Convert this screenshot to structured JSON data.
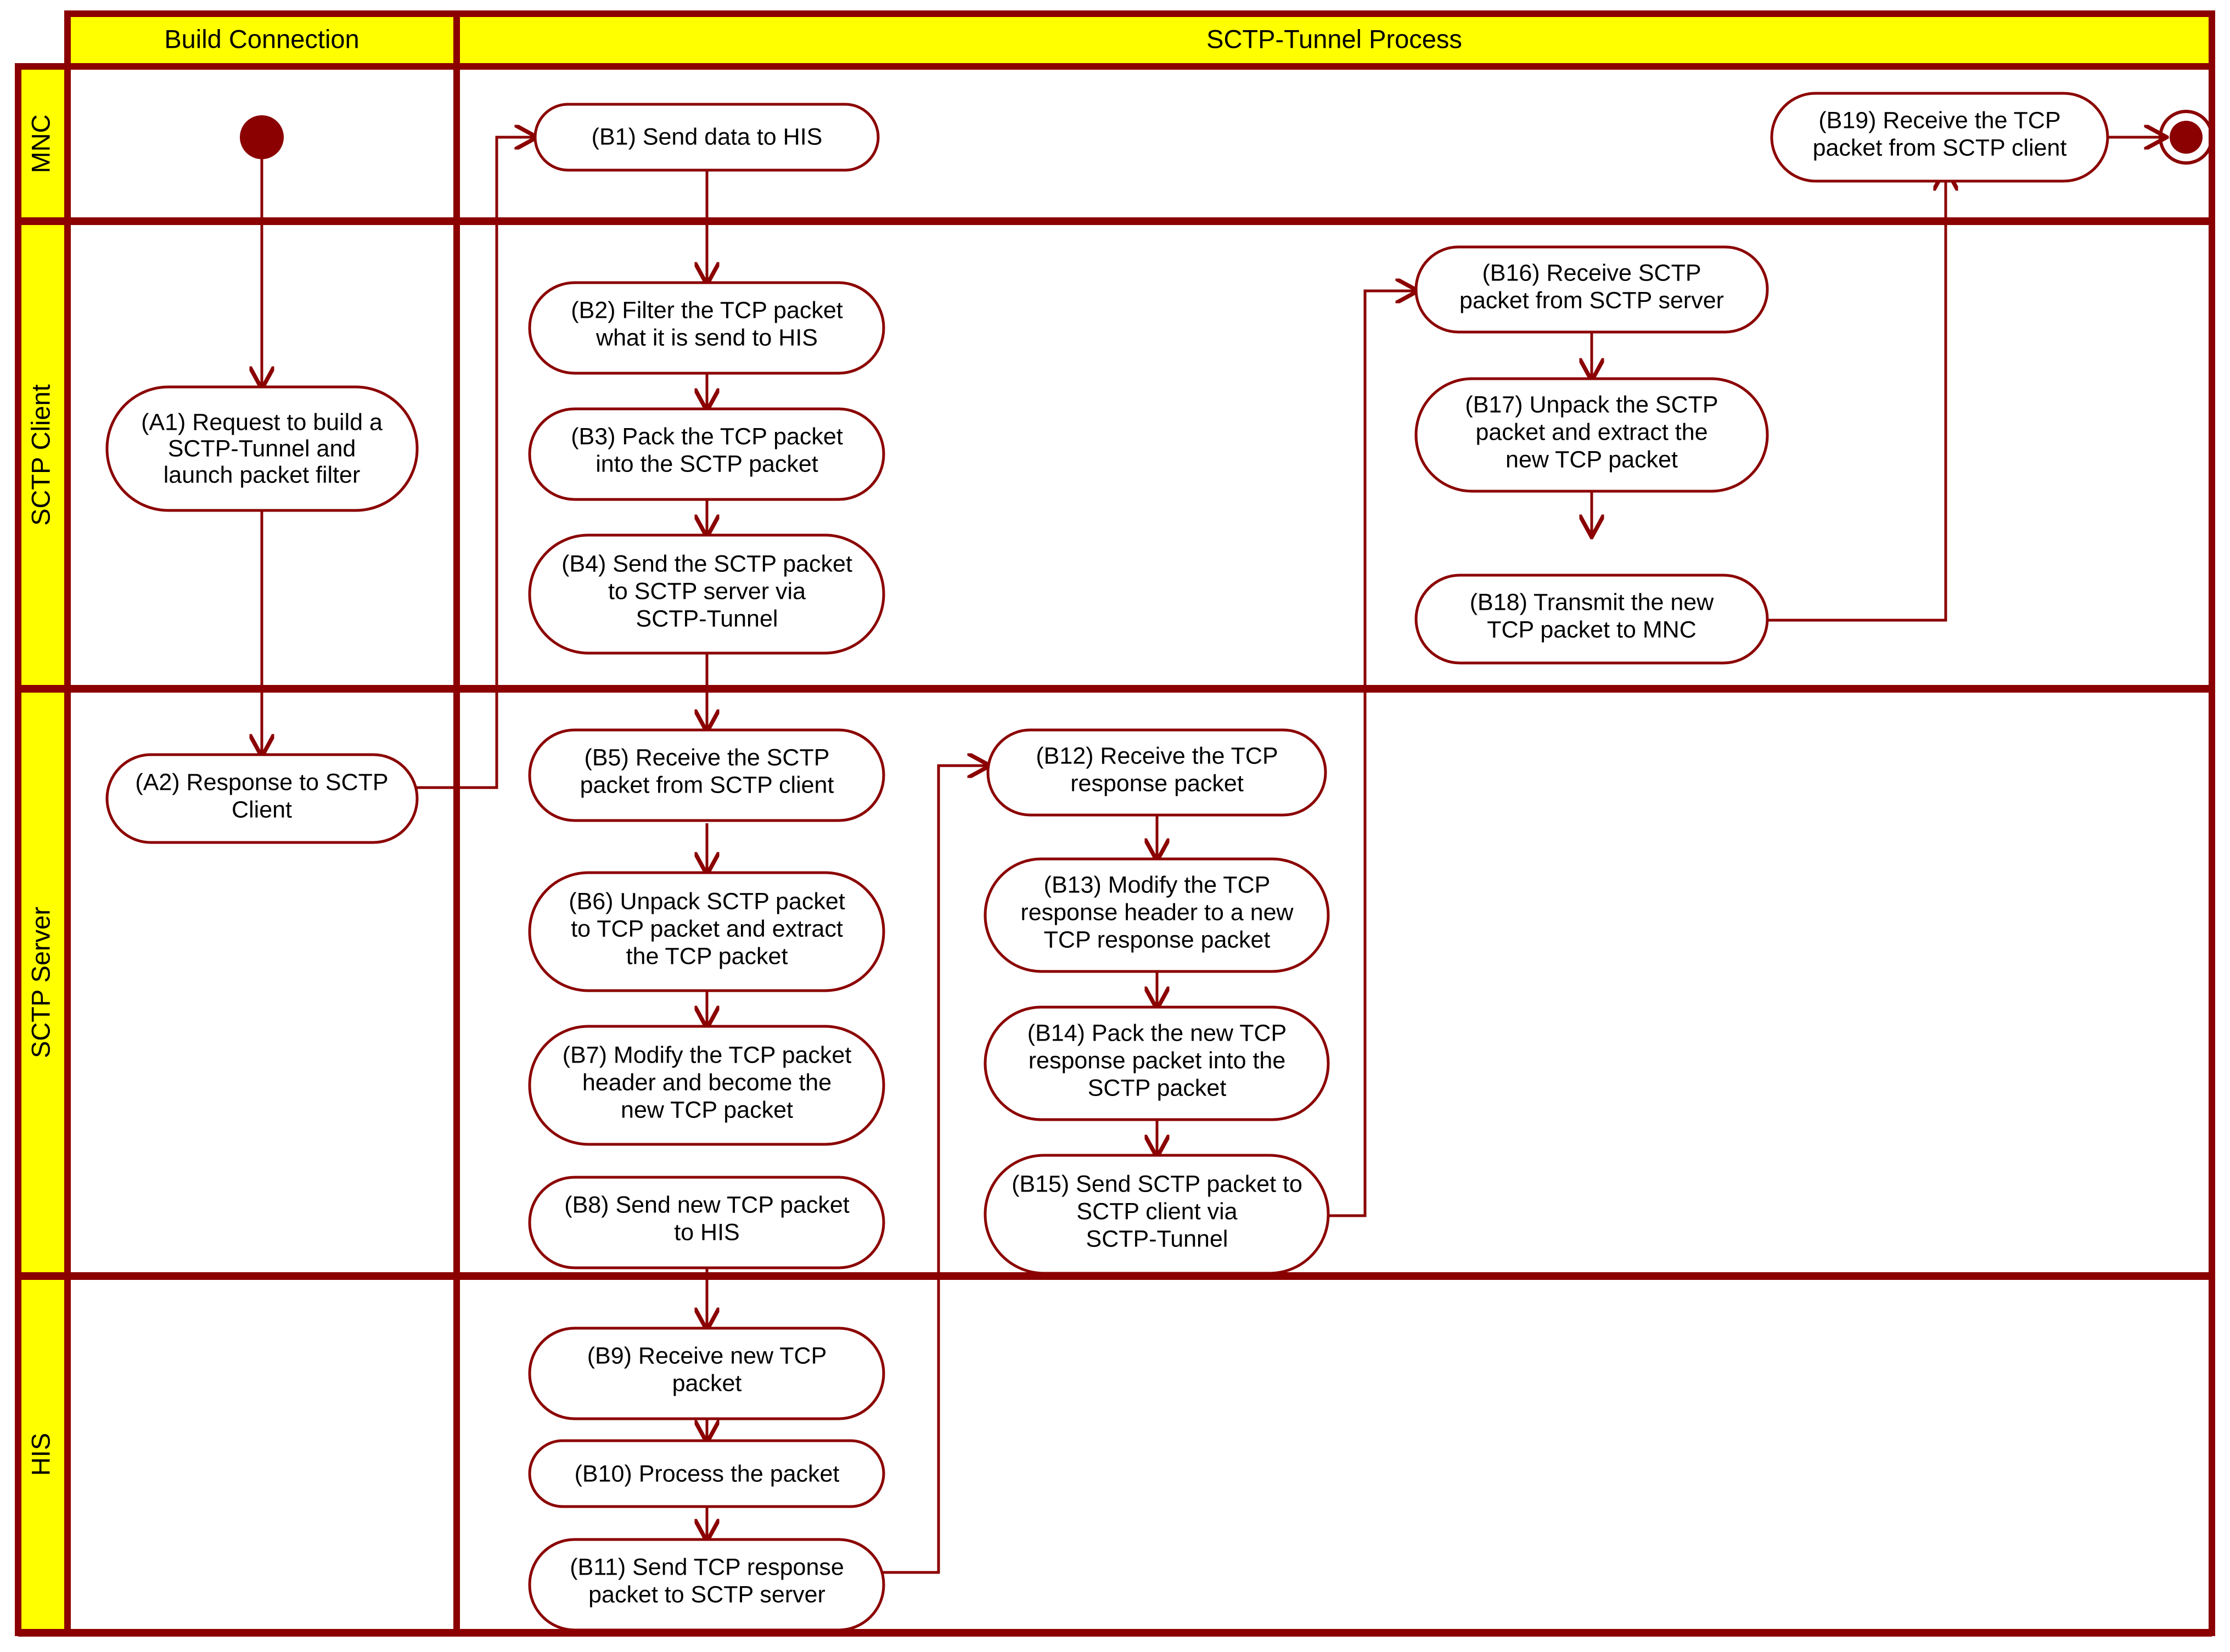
{
  "diagram": {
    "type": "uml-activity-swimlane",
    "title_bar_color": "#ffff00",
    "line_color": "#8b0000",
    "background_color": "#ffffff",
    "column_headers": [
      {
        "id": "col-build",
        "label": "Build Connection"
      },
      {
        "id": "col-tunnel",
        "label": "SCTP-Tunnel Process"
      }
    ],
    "lane_headers": [
      {
        "id": "lane-mnc",
        "label": "MNC"
      },
      {
        "id": "lane-sctp-client",
        "label": "SCTP Client"
      },
      {
        "id": "lane-sctp-server",
        "label": "SCTP Server"
      },
      {
        "id": "lane-his",
        "label": "HIS"
      }
    ],
    "markers": [
      {
        "id": "start-node",
        "kind": "initial-node",
        "lane": "MNC",
        "column": "Build Connection"
      },
      {
        "id": "end-node",
        "kind": "final-node",
        "lane": "MNC",
        "column": "SCTP-Tunnel Process"
      }
    ],
    "nodes": [
      {
        "id": "A1",
        "lane": "SCTP Client",
        "column": "Build Connection",
        "lines": [
          "(A1) Request to build a",
          "SCTP-Tunnel and",
          "launch packet filter"
        ]
      },
      {
        "id": "A2",
        "lane": "SCTP Server",
        "column": "Build Connection",
        "lines": [
          "(A2) Response to SCTP",
          "Client"
        ]
      },
      {
        "id": "B1",
        "lane": "MNC",
        "column": "SCTP-Tunnel Process",
        "lines": [
          "(B1) Send data to HIS"
        ]
      },
      {
        "id": "B2",
        "lane": "SCTP Client",
        "column": "SCTP-Tunnel Process",
        "lines": [
          "(B2) Filter the TCP packet",
          "what it is send to HIS"
        ]
      },
      {
        "id": "B3",
        "lane": "SCTP Client",
        "column": "SCTP-Tunnel Process",
        "lines": [
          "(B3) Pack the TCP packet",
          "into the SCTP packet"
        ]
      },
      {
        "id": "B4",
        "lane": "SCTP Client",
        "column": "SCTP-Tunnel Process",
        "lines": [
          "(B4) Send the SCTP packet",
          "to SCTP server via",
          "SCTP-Tunnel"
        ]
      },
      {
        "id": "B5",
        "lane": "SCTP Server",
        "column": "SCTP-Tunnel Process",
        "lines": [
          "(B5) Receive the SCTP",
          "packet from SCTP client"
        ]
      },
      {
        "id": "B6",
        "lane": "SCTP Server",
        "column": "SCTP-Tunnel Process",
        "lines": [
          "(B6) Unpack SCTP packet",
          "to TCP packet and extract",
          "the TCP packet"
        ]
      },
      {
        "id": "B7",
        "lane": "SCTP Server",
        "column": "SCTP-Tunnel Process",
        "lines": [
          "(B7) Modify the TCP packet",
          "header and become the",
          "new TCP packet"
        ]
      },
      {
        "id": "B8",
        "lane": "SCTP Server",
        "column": "SCTP-Tunnel Process",
        "lines": [
          "(B8) Send new TCP packet",
          "to HIS"
        ]
      },
      {
        "id": "B9",
        "lane": "HIS",
        "column": "SCTP-Tunnel Process",
        "lines": [
          "(B9) Receive new TCP",
          "packet"
        ]
      },
      {
        "id": "B10",
        "lane": "HIS",
        "column": "SCTP-Tunnel Process",
        "lines": [
          "(B10) Process the packet"
        ]
      },
      {
        "id": "B11",
        "lane": "HIS",
        "column": "SCTP-Tunnel Process",
        "lines": [
          "(B11) Send TCP response",
          "packet to SCTP server"
        ]
      },
      {
        "id": "B12",
        "lane": "SCTP Server",
        "column": "SCTP-Tunnel Process",
        "lines": [
          "(B12) Receive the TCP",
          "response packet"
        ]
      },
      {
        "id": "B13",
        "lane": "SCTP Server",
        "column": "SCTP-Tunnel Process",
        "lines": [
          "(B13) Modify the TCP",
          "response header to a new",
          "TCP response packet"
        ]
      },
      {
        "id": "B14",
        "lane": "SCTP Server",
        "column": "SCTP-Tunnel Process",
        "lines": [
          "(B14) Pack the new TCP",
          "response packet into the",
          "SCTP packet"
        ]
      },
      {
        "id": "B15",
        "lane": "SCTP Server",
        "column": "SCTP-Tunnel Process",
        "lines": [
          "(B15) Send SCTP packet to",
          "SCTP client via",
          "SCTP-Tunnel"
        ]
      },
      {
        "id": "B16",
        "lane": "SCTP Client",
        "column": "SCTP-Tunnel Process",
        "lines": [
          "(B16) Receive SCTP",
          "packet from SCTP server"
        ]
      },
      {
        "id": "B17",
        "lane": "SCTP Client",
        "column": "SCTP-Tunnel Process",
        "lines": [
          "(B17) Unpack the SCTP",
          "packet and extract the",
          "new TCP packet"
        ]
      },
      {
        "id": "B18",
        "lane": "SCTP Client",
        "column": "SCTP-Tunnel Process",
        "lines": [
          "(B18) Transmit the new",
          "TCP packet to MNC"
        ]
      },
      {
        "id": "B19",
        "lane": "MNC",
        "column": "SCTP-Tunnel Process",
        "lines": [
          "(B19) Receive the TCP",
          "packet from SCTP client"
        ]
      }
    ],
    "edges": [
      {
        "from": "start-node",
        "to": "A1"
      },
      {
        "from": "A1",
        "to": "A2"
      },
      {
        "from": "A2",
        "to": "B1"
      },
      {
        "from": "B1",
        "to": "B2"
      },
      {
        "from": "B2",
        "to": "B3"
      },
      {
        "from": "B3",
        "to": "B4"
      },
      {
        "from": "B4",
        "to": "B5"
      },
      {
        "from": "B5",
        "to": "B6"
      },
      {
        "from": "B6",
        "to": "B7"
      },
      {
        "from": "B7",
        "to": "B8"
      },
      {
        "from": "B8",
        "to": "B9"
      },
      {
        "from": "B9",
        "to": "B10"
      },
      {
        "from": "B10",
        "to": "B11"
      },
      {
        "from": "B11",
        "to": "B12"
      },
      {
        "from": "B12",
        "to": "B13"
      },
      {
        "from": "B13",
        "to": "B14"
      },
      {
        "from": "B14",
        "to": "B15"
      },
      {
        "from": "B15",
        "to": "B16"
      },
      {
        "from": "B16",
        "to": "B17"
      },
      {
        "from": "B17",
        "to": "B18"
      },
      {
        "from": "B18",
        "to": "B19"
      },
      {
        "from": "B19",
        "to": "end-node"
      }
    ]
  }
}
